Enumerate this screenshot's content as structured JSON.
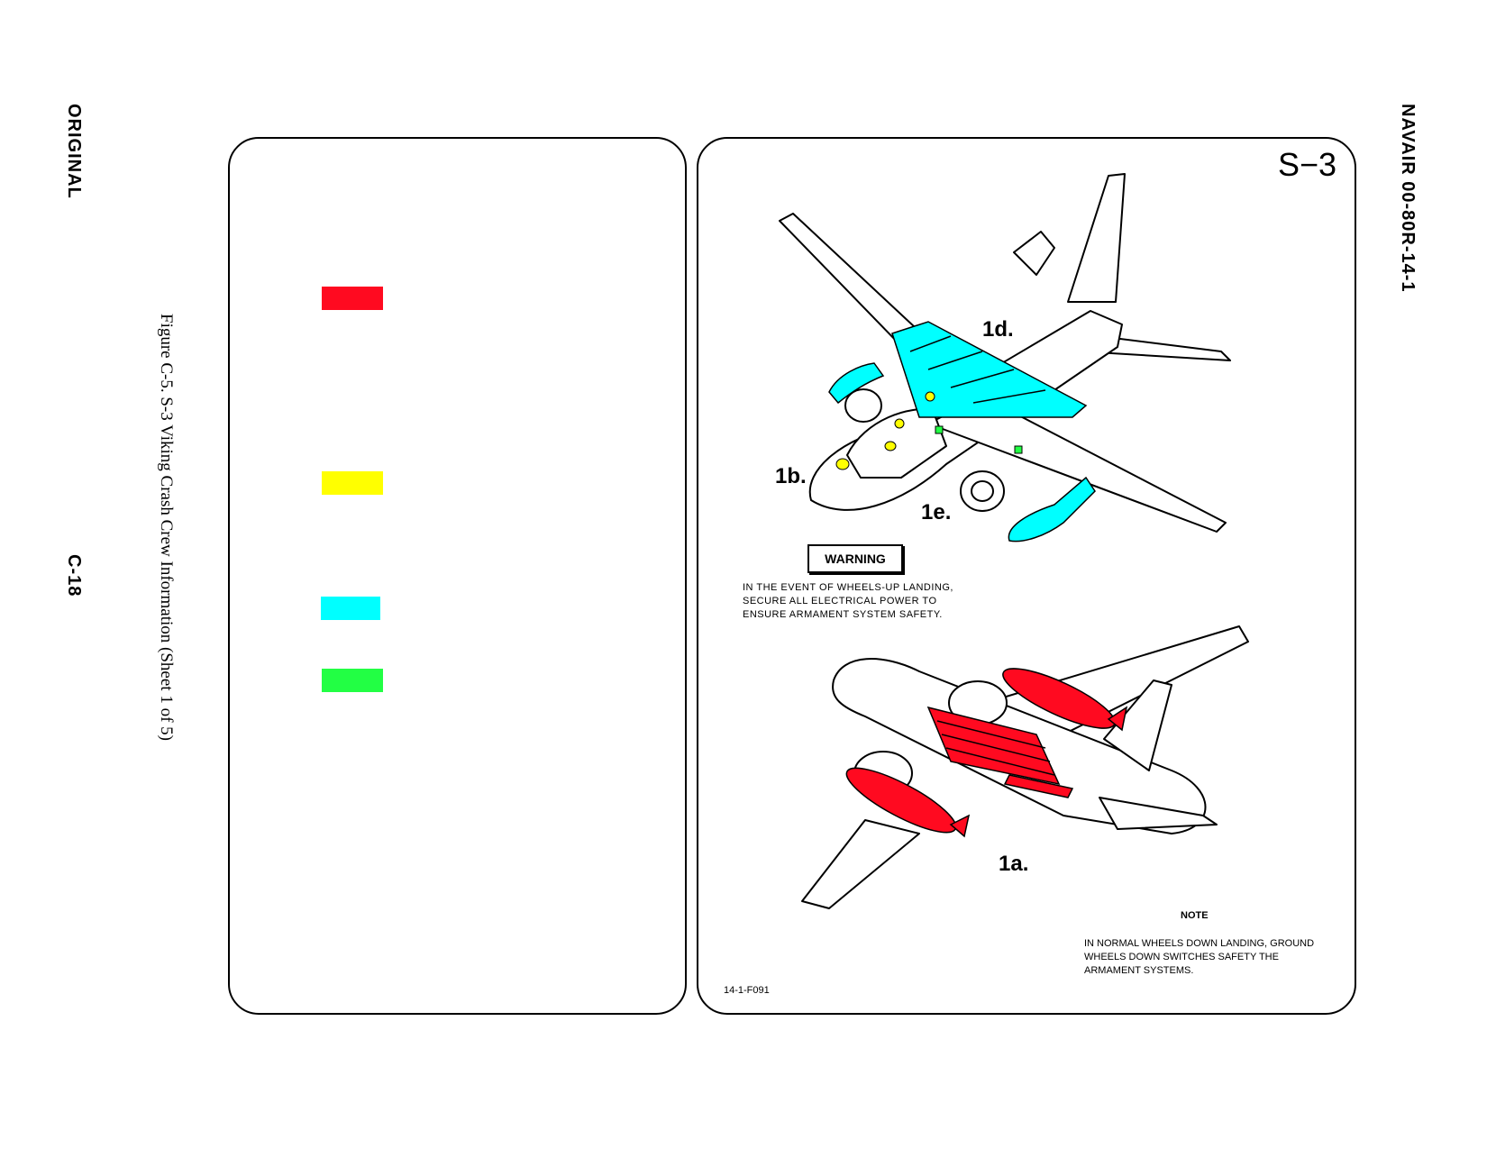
{
  "margins": {
    "left_top": "ORIGINAL",
    "left_bottom": "C-18",
    "right_top": "NAVAIR 00-80R-14-1"
  },
  "caption": "Figure C-5.  S-3 Viking Crash Crew Information (Sheet 1 of 5)",
  "legend": {
    "swatches": [
      {
        "color": "#ff0a20"
      },
      {
        "color": "#ffff00"
      },
      {
        "color": "#00ffff"
      },
      {
        "color": "#22ff44"
      }
    ]
  },
  "figure": {
    "title": "S−3",
    "callouts": {
      "c1d": "1d.",
      "c1b": "1b.",
      "c1e": "1e.",
      "c1a": "1a."
    },
    "warning": {
      "label": "WARNING",
      "text": "IN THE EVENT OF WHEELS-UP LANDING, SECURE ALL ELECTRICAL POWER TO ENSURE ARMAMENT SYSTEM SAFETY."
    },
    "note": {
      "label": "NOTE",
      "text": "IN NORMAL WHEELS DOWN LANDING, GROUND WHEELS DOWN SWITCHES SAFETY THE ARMAMENT SYSTEMS."
    },
    "code": "14-1-F091"
  },
  "colors": {
    "red": "#ff0a20",
    "yellow": "#ffff00",
    "cyan": "#00ffff",
    "green": "#22ff44"
  }
}
